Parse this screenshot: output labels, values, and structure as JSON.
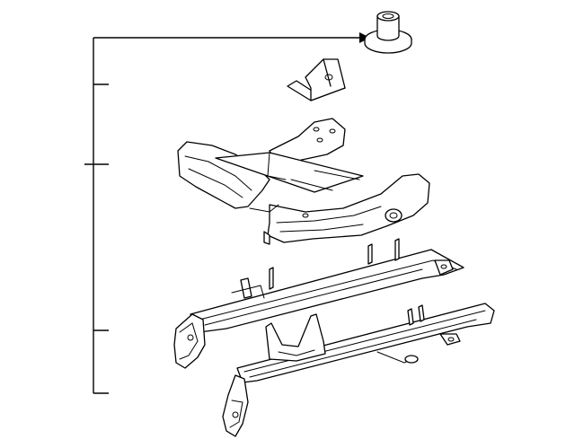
{
  "diagram": {
    "kind": "exploded parts diagram",
    "line_color": "#000000",
    "background": "#ffffff",
    "parts": [
      {
        "id": "grommet",
        "name": "grommet-icon"
      },
      {
        "id": "bracket",
        "name": "bracket-icon"
      },
      {
        "id": "seat-frame",
        "name": "seat-cushion-frame-icon"
      },
      {
        "id": "upper-rail",
        "name": "upper-seat-track-icon"
      },
      {
        "id": "lower-rail",
        "name": "lower-seat-track-icon"
      }
    ]
  }
}
